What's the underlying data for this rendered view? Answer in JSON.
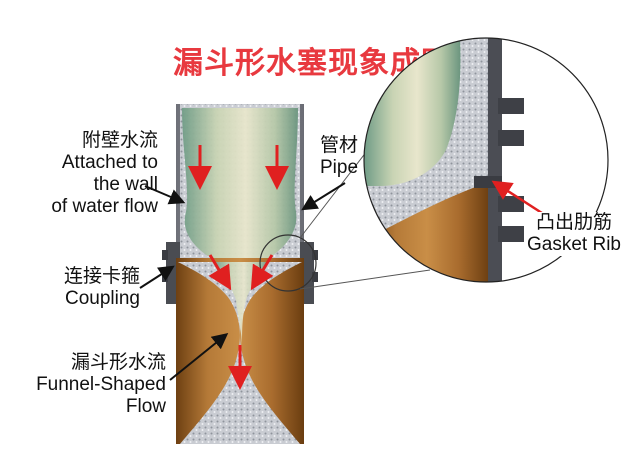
{
  "title": "漏斗形水塞现象成因",
  "labels": {
    "attached_flow": {
      "zh": "附壁水流",
      "en_lines": [
        "Attached to",
        "the wall",
        "of water flow"
      ]
    },
    "pipe": {
      "zh": "管材",
      "en": "Pipe"
    },
    "coupling": {
      "zh": "连接卡箍",
      "en": "Coupling"
    },
    "funnel_flow": {
      "zh": "漏斗形水流",
      "en_lines": [
        "Funnel-Shaped",
        "Flow"
      ]
    },
    "gasket_rib": {
      "zh": "凸出肋筋",
      "en": "Gasket Rib"
    }
  },
  "colors": {
    "title": "#e8393f",
    "arrow": "#e02020",
    "pipe_wall": "#8a8a92",
    "water": "#8fb39a",
    "brown_interior": "#a4662c"
  }
}
